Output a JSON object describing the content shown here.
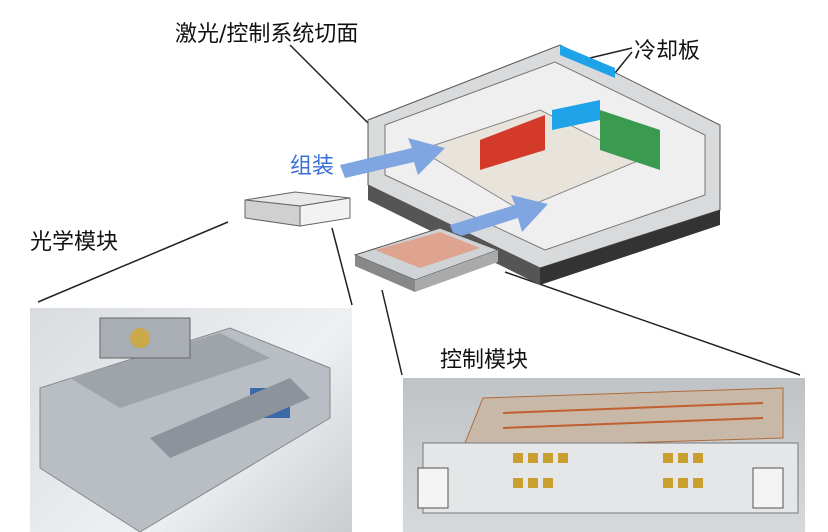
{
  "labels": {
    "section": "激光/控制系统切面",
    "cooling_plate": "冷却板",
    "assembly": "组装",
    "optical_module": "光学模块",
    "control_module": "控制模块"
  },
  "colors": {
    "assembly_arrow": "#7fa6e0",
    "assembly_text": "#3a6fd8",
    "cooling_plate": "#1fa3e8"
  }
}
